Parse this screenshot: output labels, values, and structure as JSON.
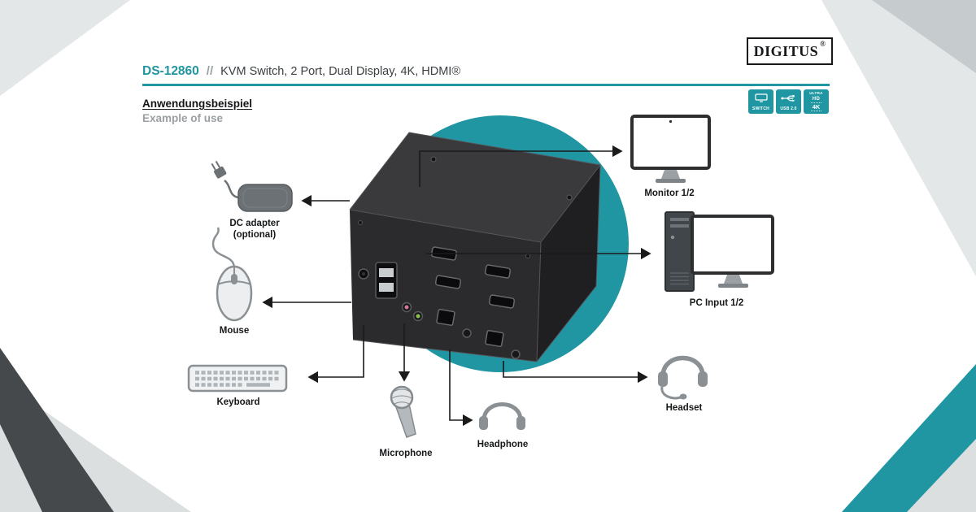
{
  "brand": {
    "name": "DIGITUS",
    "registered_mark": "®"
  },
  "header": {
    "model": "DS-12860",
    "separator": "//",
    "title": "KVM Switch, 2 Port, Dual Display, 4K, HDMI®"
  },
  "section": {
    "heading_de": "Anwendungsbeispiel",
    "heading_en": "Example of use"
  },
  "badges": [
    {
      "label": "SWITCH"
    },
    {
      "label": "USB 2.0"
    },
    {
      "line1": "ULTRA",
      "line2": "HD",
      "line3": "4K"
    }
  ],
  "diagram": {
    "labels": {
      "dc_adapter_line1": "DC adapter",
      "dc_adapter_line2": "(optional)",
      "mouse": "Mouse",
      "keyboard": "Keyboard",
      "microphone": "Microphone",
      "headphone": "Headphone",
      "headset": "Headset",
      "monitor": "Monitor 1/2",
      "pc_input": "PC Input 1/2"
    }
  },
  "colors": {
    "accent_teal": "#2096a2",
    "dark_band": "#45494c",
    "light_band": "#e4e7e8",
    "device_body": "#2b2b2d"
  }
}
